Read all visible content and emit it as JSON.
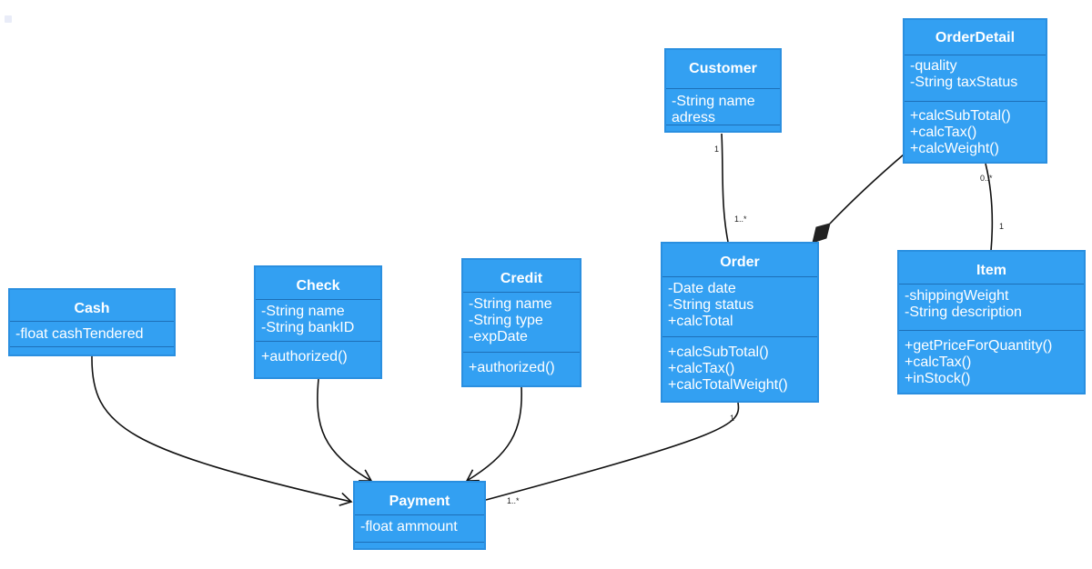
{
  "classes": {
    "customer": {
      "name": "Customer",
      "attributes": [
        "-String name",
        "adress"
      ],
      "methods": []
    },
    "order_detail": {
      "name": "OrderDetail",
      "attributes": [
        "-quality",
        "-String taxStatus"
      ],
      "methods": [
        "+calcSubTotal()",
        "+calcTax()",
        "+calcWeight()"
      ]
    },
    "order": {
      "name": "Order",
      "attributes": [
        "-Date date",
        "-String status",
        "+calcTotal"
      ],
      "methods": [
        "+calcSubTotal()",
        "+calcTax()",
        "+calcTotalWeight()"
      ]
    },
    "item": {
      "name": "Item",
      "attributes": [
        "-shippingWeight",
        "-String description"
      ],
      "methods": [
        "+getPriceForQuantity()",
        "+calcTax()",
        "+inStock()"
      ]
    },
    "cash": {
      "name": "Cash",
      "attributes": [
        "-float cashTendered"
      ],
      "methods": []
    },
    "check": {
      "name": "Check",
      "attributes": [
        "-String name",
        "-String bankID"
      ],
      "methods": [
        "+authorized()"
      ]
    },
    "credit": {
      "name": "Credit",
      "attributes": [
        "-String name",
        "-String type",
        "-expDate"
      ],
      "methods": [
        "+authorized()"
      ]
    },
    "payment": {
      "name": "Payment",
      "attributes": [
        "-float ammount"
      ],
      "methods": []
    }
  },
  "associations": {
    "customer_order": {
      "customer_end": "1",
      "order_end": "1..*"
    },
    "orderdetail_item": {
      "orderdetail_end": "0..*",
      "item_end": "1"
    },
    "order_payment": {
      "order_end": "1",
      "payment_end": "1..*"
    }
  },
  "colors": {
    "class_fill": "#33a0f2",
    "class_border": "#2a8fe0",
    "divider": "#1d6fb8",
    "text": "#ffffff",
    "line": "#111111"
  }
}
